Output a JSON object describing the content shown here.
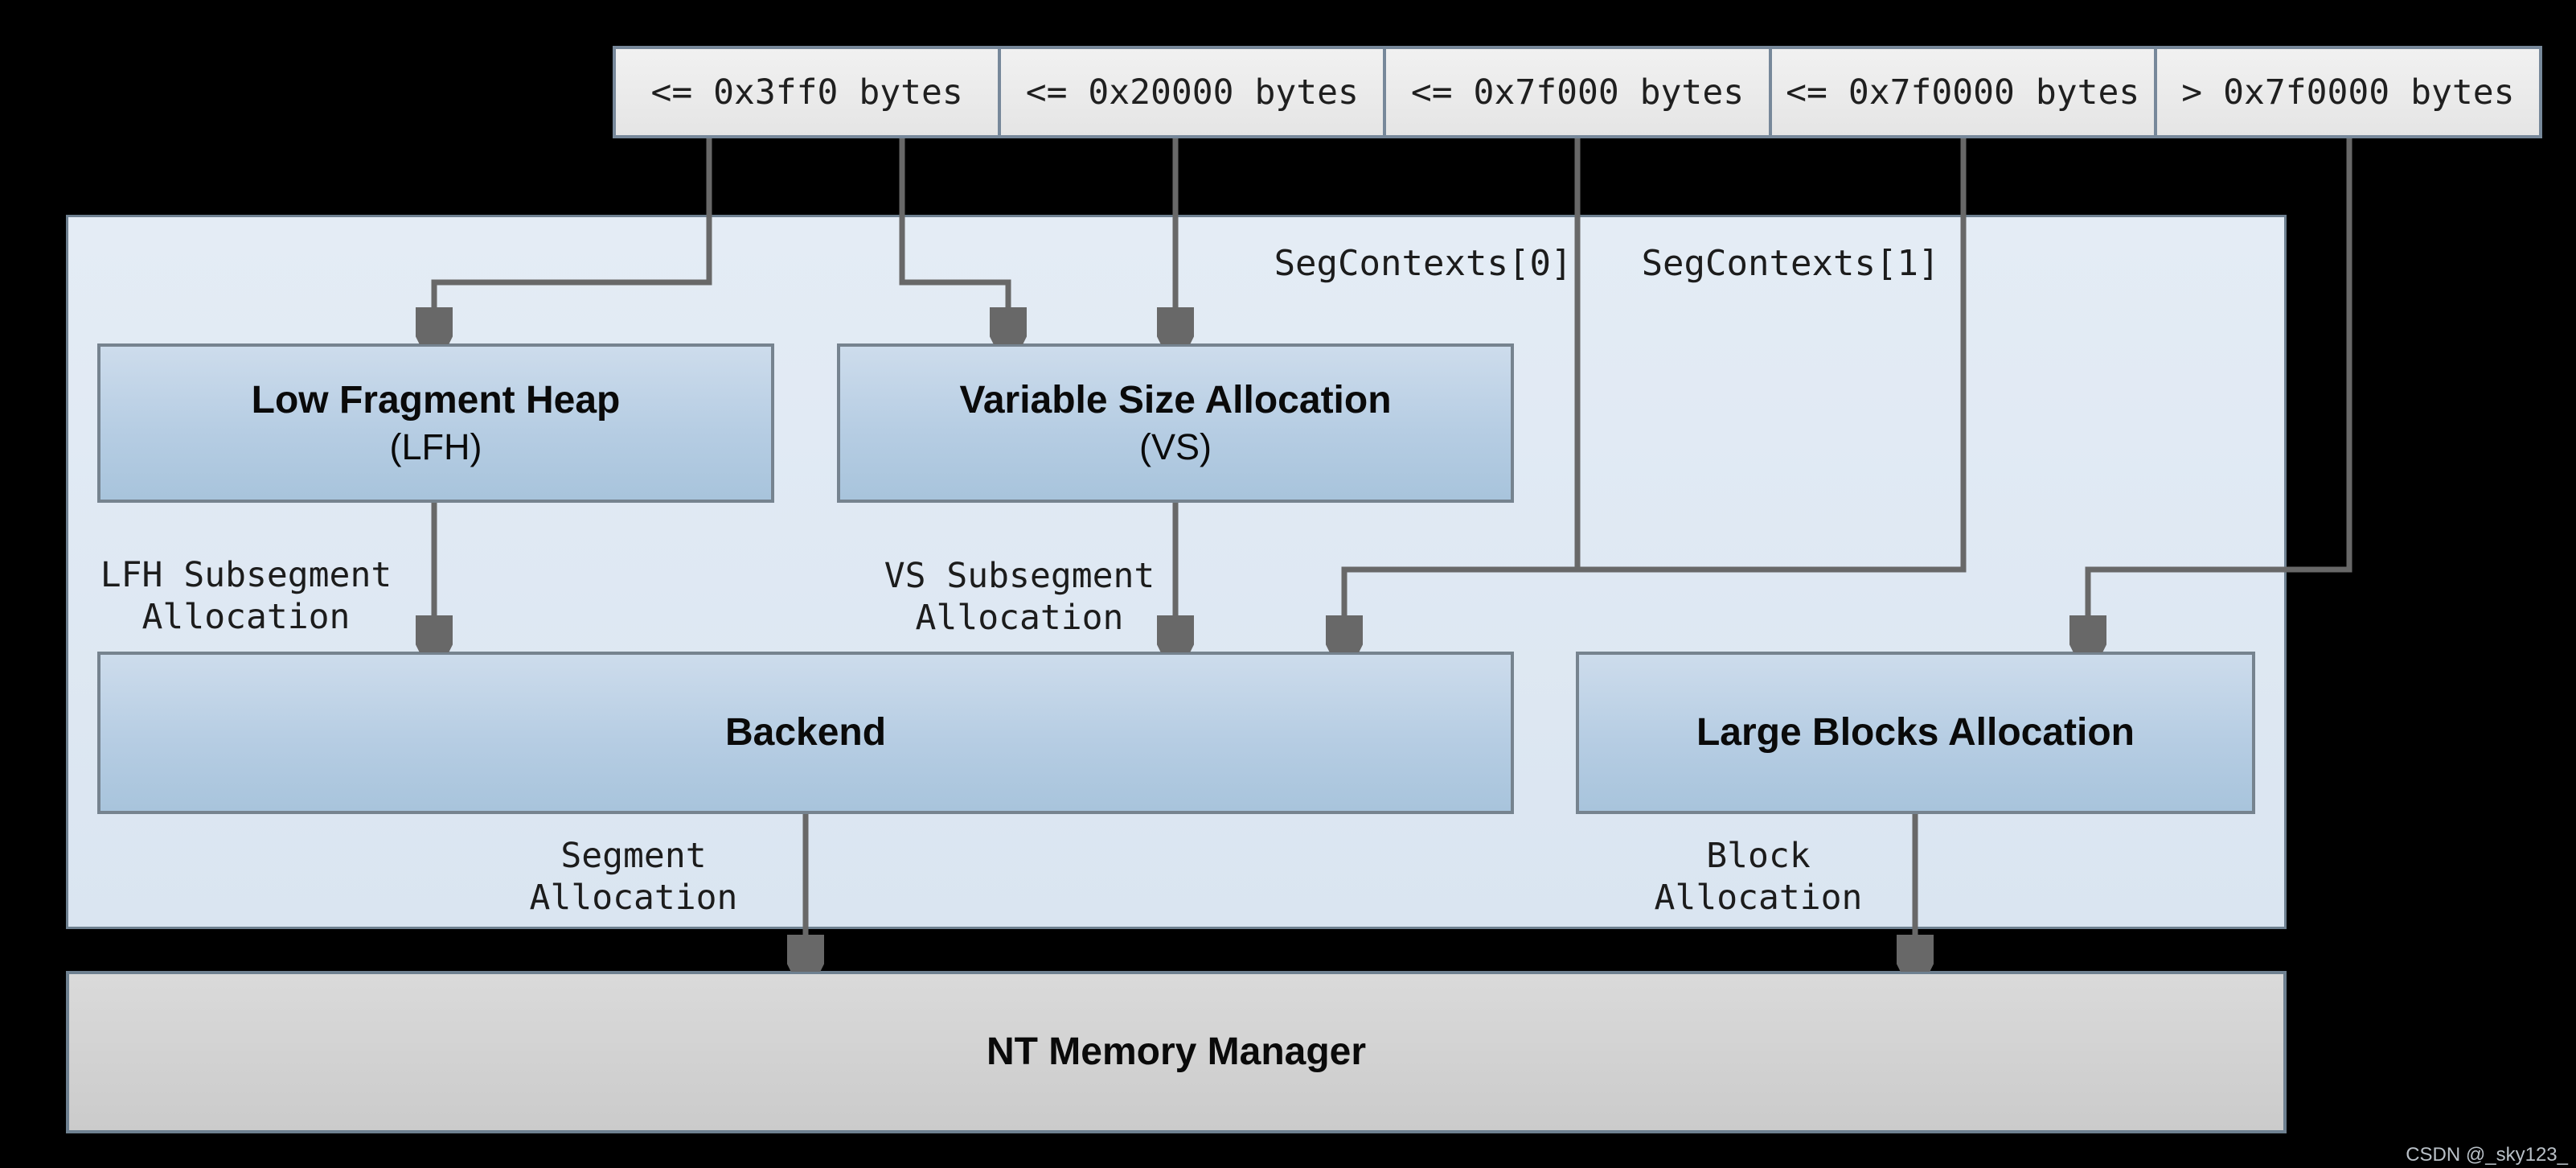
{
  "conditions": [
    "<= 0x3ff0 bytes",
    "<= 0x20000 bytes",
    "<= 0x7f000 bytes",
    "<= 0x7f0000 bytes",
    "> 0x7f0000 bytes"
  ],
  "seg_contexts": [
    "SegContexts[0]",
    "SegContexts[1]"
  ],
  "nodes": {
    "lfh": {
      "title": "Low Fragment Heap",
      "abbr": "(LFH)"
    },
    "vs": {
      "title": "Variable Size Allocation",
      "abbr": "(VS)"
    },
    "backend": {
      "title": "Backend"
    },
    "large_blocks": {
      "title": "Large Blocks Allocation"
    },
    "nt_memory_manager": {
      "title": "NT Memory Manager"
    }
  },
  "edge_labels": {
    "lfh_subsegment": {
      "line1": "LFH Subsegment",
      "line2": "Allocation"
    },
    "vs_subsegment": {
      "line1": "VS Subsegment",
      "line2": "Allocation"
    },
    "segment": {
      "line1": "Segment",
      "line2": "Allocation"
    },
    "block": {
      "line1": "Block",
      "line2": "Allocation"
    }
  },
  "edges": [
    {
      "from": "<= 0x3ff0 bytes",
      "to": "Low Fragment Heap (LFH)"
    },
    {
      "from": "<= 0x3ff0 bytes",
      "to": "Variable Size Allocation (VS)"
    },
    {
      "from": "<= 0x20000 bytes",
      "to": "Variable Size Allocation (VS)"
    },
    {
      "from": "<= 0x7f000 bytes",
      "to": "Backend",
      "via": "SegContexts[0]"
    },
    {
      "from": "<= 0x7f0000 bytes",
      "to": "Backend",
      "via": "SegContexts[1]"
    },
    {
      "from": "> 0x7f0000 bytes",
      "to": "Large Blocks Allocation"
    },
    {
      "from": "Low Fragment Heap (LFH)",
      "to": "Backend",
      "label": "LFH Subsegment Allocation"
    },
    {
      "from": "Variable Size Allocation (VS)",
      "to": "Backend",
      "label": "VS Subsegment Allocation"
    },
    {
      "from": "Backend",
      "to": "NT Memory Manager",
      "label": "Segment Allocation"
    },
    {
      "from": "Large Blocks Allocation",
      "to": "NT Memory Manager",
      "label": "Block Allocation"
    }
  ],
  "watermark": {
    "text": "CSDN @_sky123_"
  },
  "colors": {
    "background": "#000000",
    "container_fill": "#dde8f3",
    "node_fill_top": "#cddcec",
    "node_fill_bottom": "#a8c4dc",
    "condition_fill": "#ebebeb",
    "nt_manager_fill": "#d2d2d2",
    "box_border": "#76838f",
    "container_border": "#6e8090",
    "arrow": "#686868",
    "watermark_text": "#b9c0c7"
  }
}
